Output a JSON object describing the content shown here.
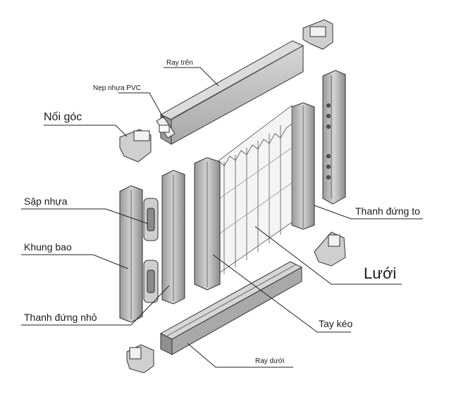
{
  "diagram": {
    "labels": {
      "ray_tren": "Ray trên",
      "nep_nhua_pvc": "Nẹp nhựa PVC",
      "noi_goc": "Nối góc",
      "sap_nhua": "Sập nhựa",
      "khung_bao": "Khung bao",
      "thanh_dung_nho": "Thanh đứng nhỏ",
      "thanh_dung_to": "Thanh đứng to",
      "luoi": "Lưới",
      "tay_keo": "Tay kéo",
      "ray_duoi": "Ray dưới"
    },
    "colors": {
      "part_fill": "#b9b9b9",
      "part_light": "#d9d9d9",
      "part_dark": "#8a8a8a",
      "outline": "#333333",
      "mesh": "#e8e8e8",
      "leader": "#222222"
    }
  }
}
